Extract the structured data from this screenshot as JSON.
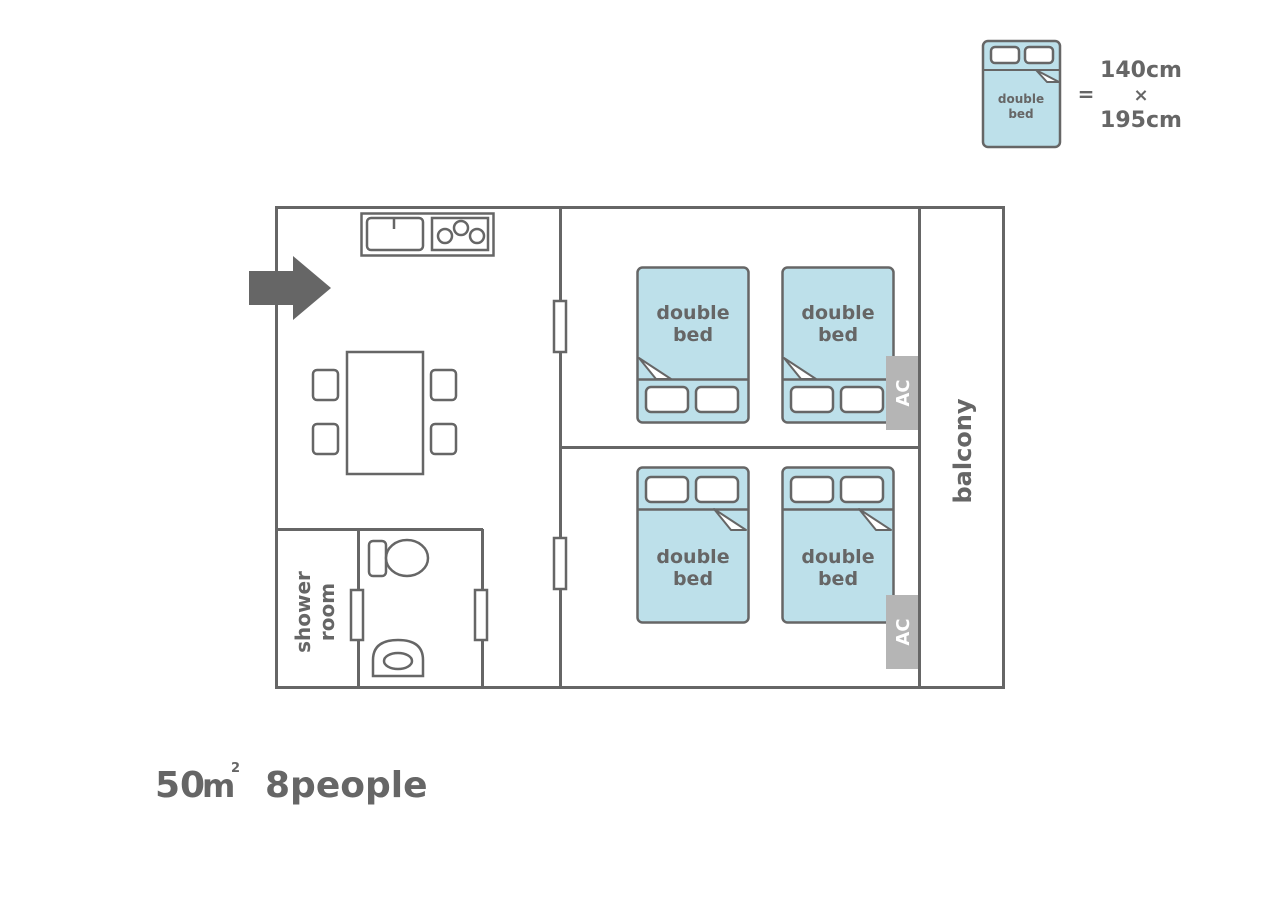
{
  "legend": {
    "bed_label_line1": "double",
    "bed_label_line2": "bed",
    "equals": "=",
    "width": "140cm",
    "times": "×",
    "length": "195cm"
  },
  "rooms": {
    "shower_line1": "shower",
    "shower_line2": "room",
    "balcony": "balcony"
  },
  "beds": [
    {
      "line1": "double",
      "line2": "bed"
    },
    {
      "line1": "double",
      "line2": "bed"
    },
    {
      "line1": "double",
      "line2": "bed"
    },
    {
      "line1": "double",
      "line2": "bed"
    }
  ],
  "ac_units": [
    "AC",
    "AC"
  ],
  "summary": {
    "area_number": "50",
    "area_unit": "m",
    "area_sup": "2",
    "capacity": "8people"
  },
  "colors": {
    "wall": "#666666",
    "bed_fill": "#bde0ea",
    "ac_fill": "#b5b5b5"
  }
}
